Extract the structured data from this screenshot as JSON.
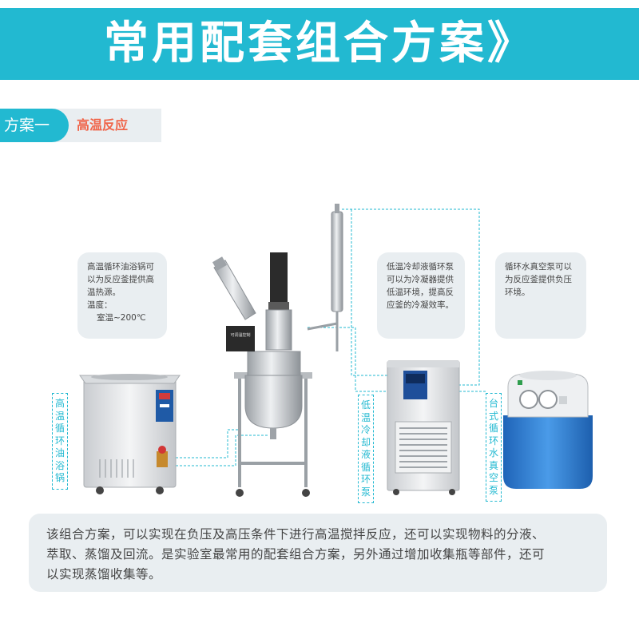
{
  "banner": {
    "title": "常用配套组合方案》"
  },
  "scheme": {
    "tag": "方案一",
    "name": "高温反应"
  },
  "notes": {
    "oil_bath": [
      "高温循环油浴锅可",
      "以为反应釜提供高",
      "温热源。",
      "温度：",
      "室温~200℃"
    ],
    "chiller": [
      "低温冷却液循环泵",
      "可以为冷凝器提供",
      "低温环境，提高反",
      "应釜的冷凝效率。"
    ],
    "vacuum": [
      "循环水真空泵可以",
      "为反应釜提供负压",
      "环境。"
    ]
  },
  "labels": {
    "oil_bath": [
      "高",
      "温",
      "循",
      "环",
      "油",
      "浴",
      "锅"
    ],
    "chiller": [
      "低",
      "温",
      "冷",
      "却",
      "液",
      "循",
      "环",
      "泵"
    ],
    "vacuum": [
      "台",
      "式",
      "循",
      "环",
      "水",
      "真",
      "空",
      "泵"
    ]
  },
  "equipment": {
    "reactor_panel_text": "可调温控制"
  },
  "description": {
    "lines": [
      "该组合方案，可以实现在负压及高压条件下进行高温搅拌反应，还可以实现物料的分液、",
      "萃取、蒸馏及回流。是实验室最常用的配套组合方案，另外通过增加收集瓶等部件，还可",
      "以实现蒸馏收集等。"
    ]
  },
  "colors": {
    "accent": "#22b9d1",
    "highlight": "#f0654a",
    "panel_bg": "#e9eef1",
    "pump_blue": "#2f7fd6"
  }
}
